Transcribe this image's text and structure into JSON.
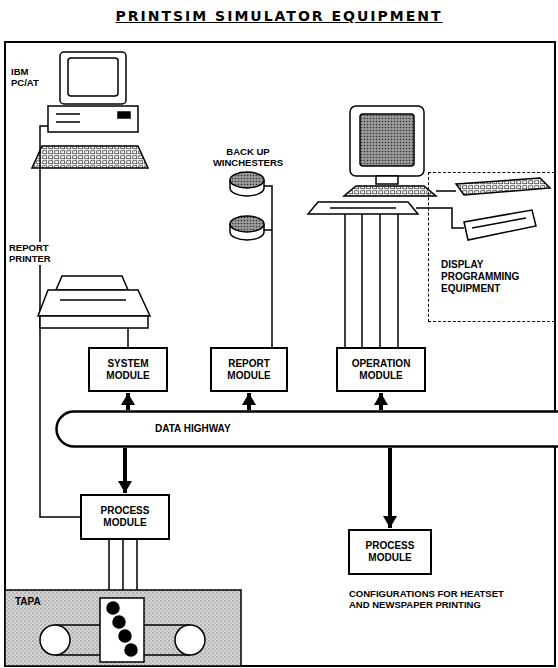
{
  "diagram": {
    "title": "PRINTSIM SIMULATOR EQUIPMENT",
    "nodes": [
      {
        "text": [
          "DISPLAY PROGRAMMING EQUIPMENT"
        ]
      },
      {
        "text": [
          "SYSTEM MODULE"
        ]
      },
      {
        "text": [
          "REPORT MODULE"
        ]
      },
      {
        "text": [
          "OPERATION MODULE"
        ]
      },
      {
        "text": [
          "DATA HIGHWAY"
        ]
      },
      {
        "text": [
          "PROCESS MODULE"
        ]
      },
      {
        "text": [
          "PROCESS MODULE"
        ]
      },
      {
        "text": [
          "TAPA"
        ]
      }
    ],
    "edges": [
      {
        "from": 4,
        "to": 1,
        "arrow": "to"
      },
      {
        "from": 4,
        "to": 2,
        "arrow": "to"
      },
      {
        "from": 4,
        "to": 3,
        "arrow": "to"
      },
      {
        "from": 4,
        "to": 5,
        "arrow": "to"
      },
      {
        "from": 4,
        "to": 6,
        "arrow": "to"
      },
      {
        "from": 5,
        "to": 7,
        "arrow": "none"
      }
    ],
    "labels": [
      "IBM PC/AT",
      "BACK UP WINCHESTERS",
      "REPORT PRINTER",
      "CONFIGURATIONS FOR HEATSET AND NEWSPAPER PRINTING"
    ]
  }
}
